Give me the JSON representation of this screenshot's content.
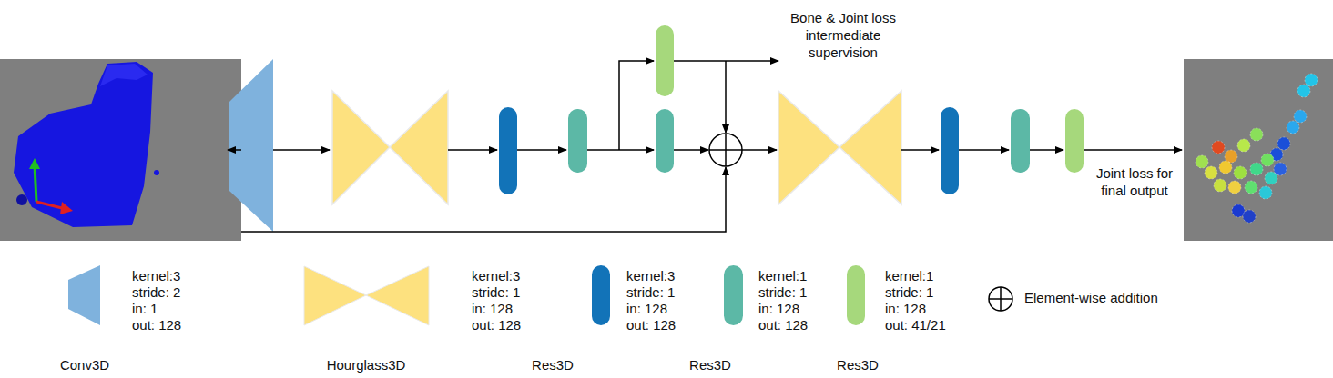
{
  "diagram": {
    "nodes": [
      {
        "text": [
          "kernel:3",
          "stride: 2",
          "in: 1",
          "out: 128",
          "Conv3D"
        ]
      },
      {
        "text": [
          "kernel:3",
          "stride: 1",
          "in: 128",
          "out: 128",
          "Hourglass3D"
        ]
      },
      {
        "text": [
          "kernel:3",
          "stride: 1",
          "in: 128",
          "out: 128",
          "Res3D"
        ]
      },
      {
        "text": [
          "kernel:1",
          "stride: 1",
          "in: 128",
          "out: 128",
          "Res3D"
        ]
      },
      {
        "text": [
          "kernel:1",
          "stride: 1",
          "in: 128",
          "out: 41/21",
          "Res3D"
        ]
      },
      {
        "text": [
          "Element-wise addition"
        ]
      }
    ],
    "labels": [
      "Bone & Joint loss intermediate supervision",
      "Joint loss for final output"
    ]
  }
}
